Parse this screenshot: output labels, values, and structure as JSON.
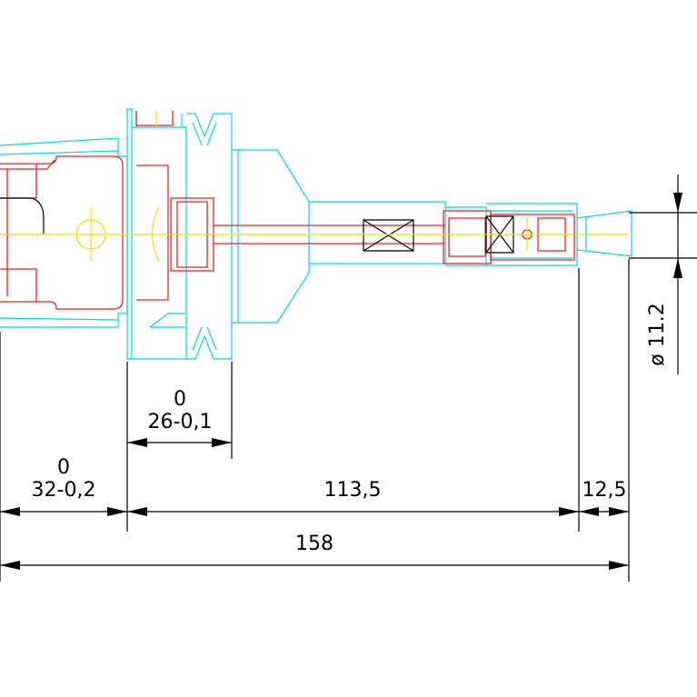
{
  "drawing": {
    "colors": {
      "outline": "#00d8e8",
      "component": "#e8202a",
      "centerline": "#f0e000",
      "dimension": "#000000",
      "background": "#ffffff"
    }
  },
  "dimensions": {
    "d26": {
      "upper": "0",
      "main": "26-0,1"
    },
    "d32": {
      "upper": "0",
      "main": "32-0,2"
    },
    "d113": {
      "main": "113,5"
    },
    "d12": {
      "main": "12,5"
    },
    "d158": {
      "main": "158"
    },
    "dia": {
      "main": "ø 11.2"
    }
  }
}
